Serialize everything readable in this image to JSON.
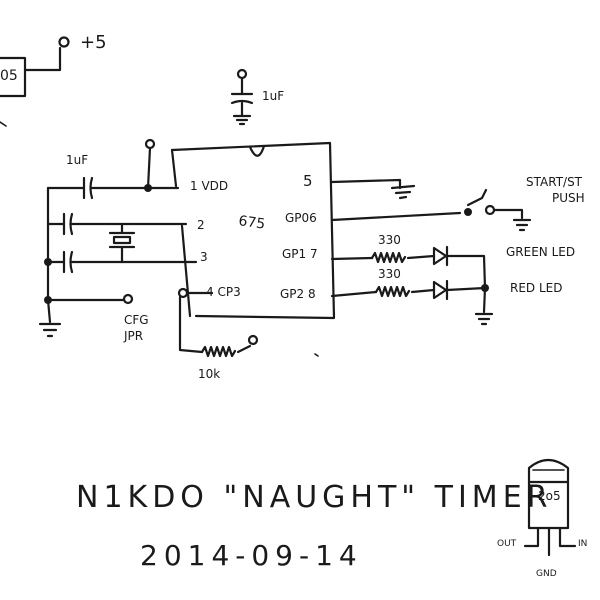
{
  "power": {
    "supply_label": "+5",
    "regulator_partial": "05"
  },
  "chip": {
    "part_label": "675",
    "pin1": "1 VDD",
    "pin2": "2",
    "pin3": "3",
    "pin4": "4 CP3",
    "pin5": "5",
    "pin6": "GP06",
    "pin7": "GP1 7",
    "pin8": "GP2 8"
  },
  "components": {
    "cap_top": "1uF",
    "cap_left": "1uF",
    "resistor_green": "330",
    "resistor_red": "330",
    "resistor_pullup": "10k",
    "jumper_line1": "CFG",
    "jumper_line2": "JPR"
  },
  "labels": {
    "start_stop_line1": "START/ST",
    "start_stop_line2": "PUSH",
    "green_led": "GREEN LED",
    "red_led": "RED LED"
  },
  "title": "N1KDO \"NAUGHT\" TIMER",
  "date": "2014-09-14",
  "regulator": {
    "part": "2o5",
    "out": "OUT",
    "in": "IN",
    "gnd": "GND"
  }
}
